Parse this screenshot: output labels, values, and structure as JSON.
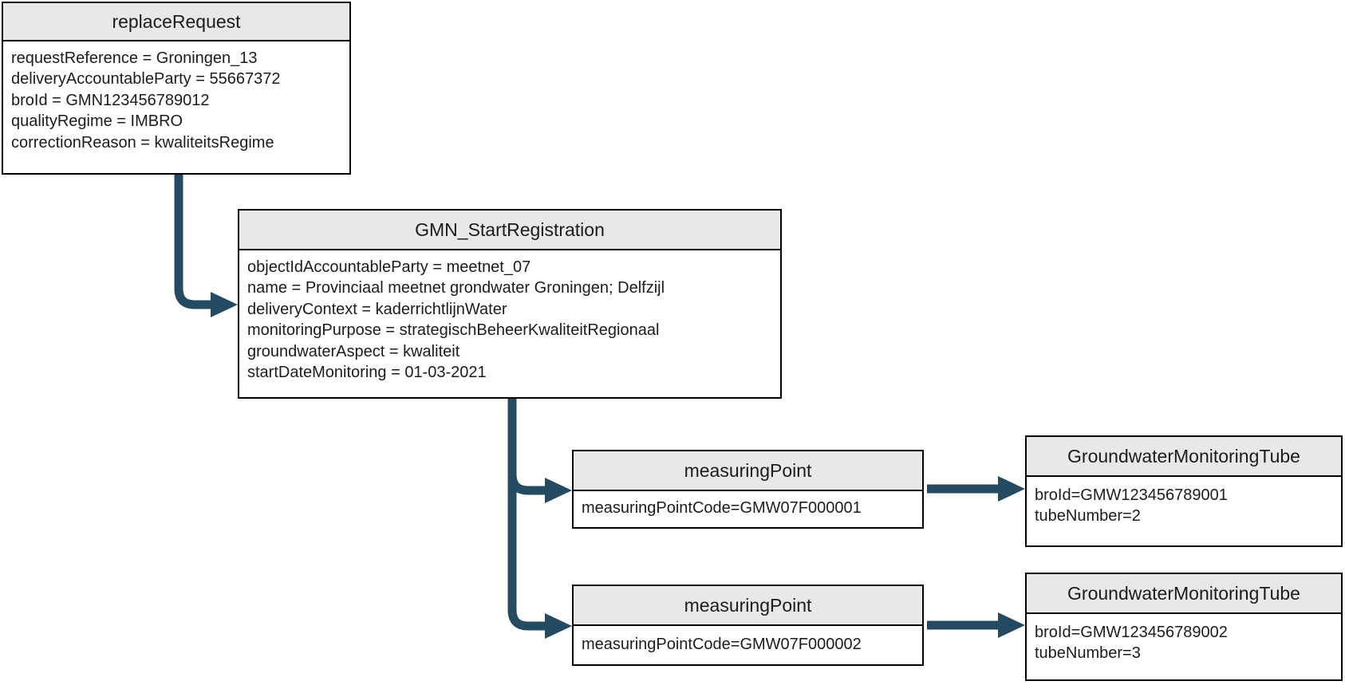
{
  "colors": {
    "connector": "#254b63",
    "header_fill": "#e8e8e8",
    "border": "#000000"
  },
  "nodes": {
    "replace_request": {
      "title": "replaceRequest",
      "attributes": [
        "requestReference = Groningen_13",
        "deliveryAccountableParty = 55667372",
        "broId = GMN123456789012",
        "qualityRegime = IMBRO",
        "correctionReason = kwaliteitsRegime"
      ]
    },
    "gmn_start_registration": {
      "title": "GMN_StartRegistration",
      "attributes": [
        "objectIdAccountableParty = meetnet_07",
        "name = Provinciaal meetnet grondwater Groningen; Delfzijl",
        "deliveryContext = kaderrichtlijnWater",
        "monitoringPurpose = strategischBeheerKwaliteitRegionaal",
        "groundwaterAspect = kwaliteit",
        "startDateMonitoring = 01-03-2021"
      ]
    },
    "measuring_point_1": {
      "title": "measuringPoint",
      "attributes": [
        "measuringPointCode=GMW07F000001"
      ]
    },
    "measuring_point_2": {
      "title": "measuringPoint",
      "attributes": [
        "measuringPointCode=GMW07F000002"
      ]
    },
    "tube_1": {
      "title": "GroundwaterMonitoringTube",
      "attributes": [
        "broId=GMW123456789001",
        "tubeNumber=2"
      ]
    },
    "tube_2": {
      "title": "GroundwaterMonitoringTube",
      "attributes": [
        "broId=GMW123456789002",
        "tubeNumber=3"
      ]
    }
  }
}
